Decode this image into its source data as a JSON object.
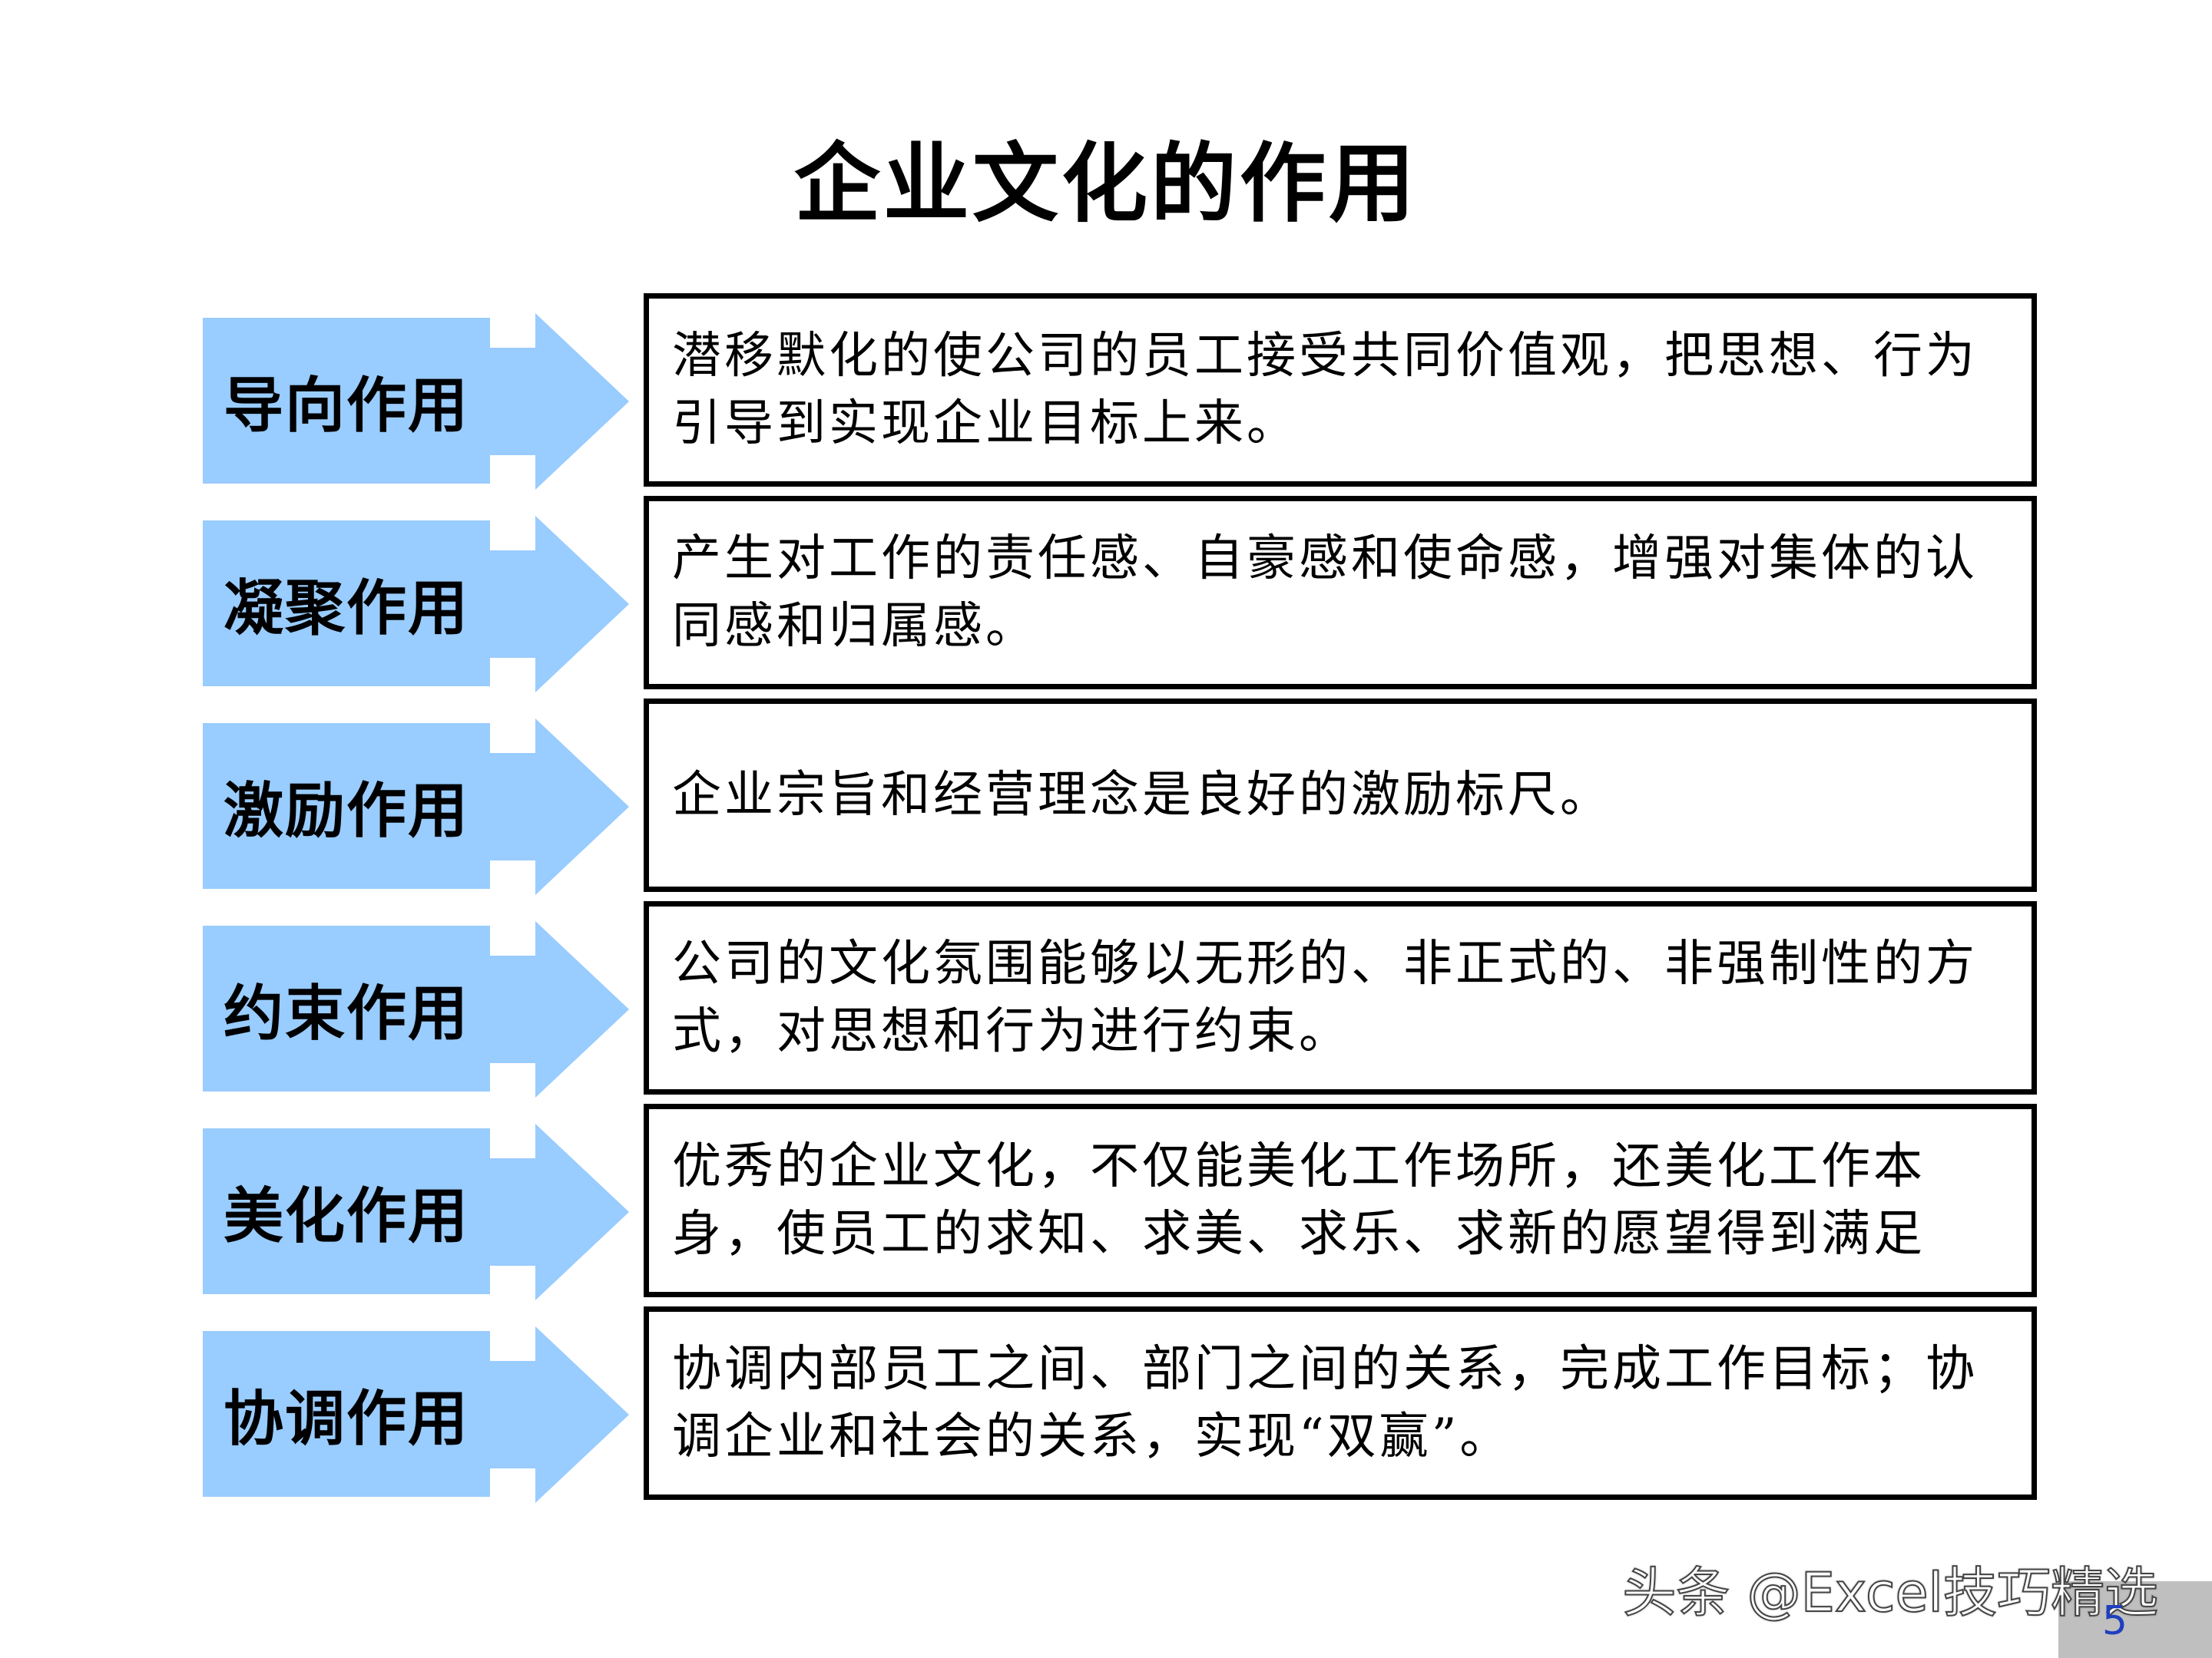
{
  "title": "企业文化的作用",
  "colors": {
    "label_fill": "#99ccff",
    "arrow_fill": "#99ccff",
    "box_border": "#000000",
    "page_number": "#1f3fbf"
  },
  "rows": [
    {
      "label": "导向作用",
      "text": "潜移默化的使公司的员工接受共同价值观，把思想、行为引导到实现企业目标上来。"
    },
    {
      "label": "凝聚作用",
      "text": "产生对工作的责任感、自豪感和使命感，增强对集体的认同感和归属感。"
    },
    {
      "label": "激励作用",
      "text": "企业宗旨和经营理念是良好的激励标尺。"
    },
    {
      "label": "约束作用",
      "text": "公司的文化氛围能够以无形的、非正式的、非强制性的方式，对思想和行为进行约束。"
    },
    {
      "label": "美化作用",
      "text": "优秀的企业文化，不仅能美化工作场所，还美化工作本身，使员工的求知、求美、求乐、求新的愿望得到满足"
    },
    {
      "label": "协调作用",
      "text": "协调内部员工之间、部门之间的关系，完成工作目标；协调企业和社会的关系，实现“双赢”。"
    }
  ],
  "watermark": "头条 @Excel技巧精选",
  "page_number": "5"
}
